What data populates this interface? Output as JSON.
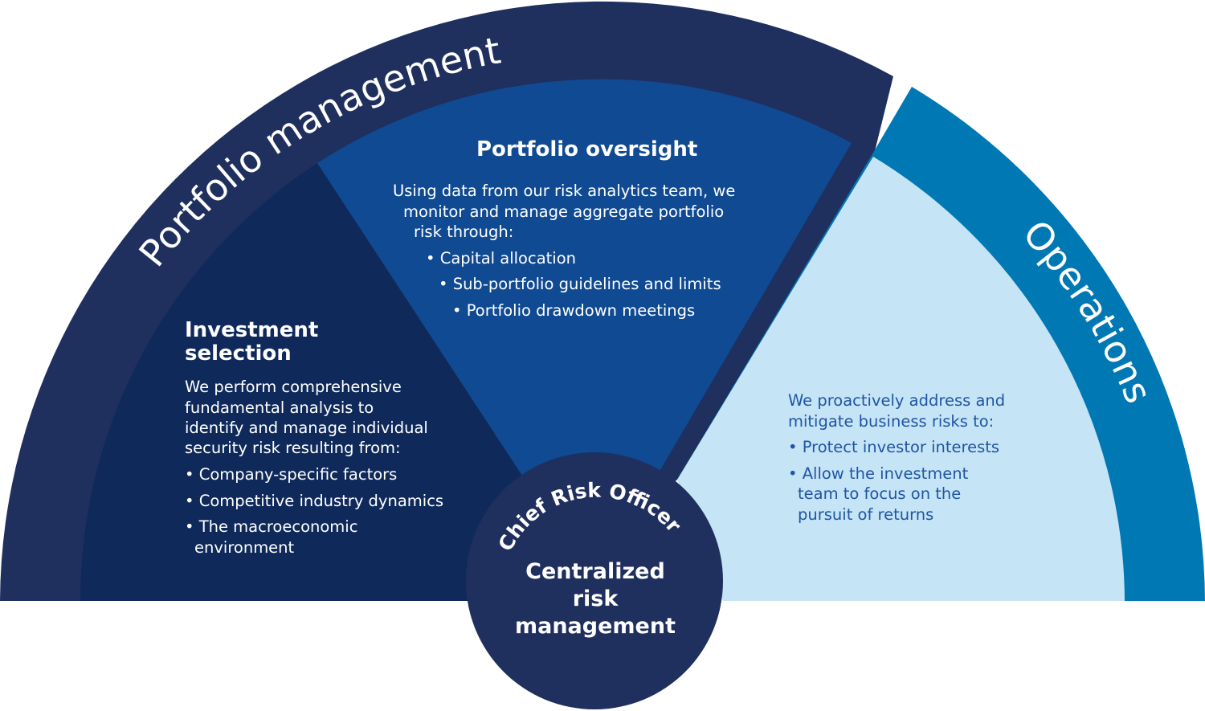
{
  "colors": {
    "outer_ring_navy": "#1f2f5e",
    "investment_fill": "#0f2a5a",
    "oversight_fill": "#104a92",
    "operations_ring": "#0078b4",
    "operations_fill": "#c5e4f6",
    "hub_fill": "#1f2f5e",
    "operations_text": "#1f55a3"
  },
  "ring_labels": {
    "portfolio_management": "Portfolio management",
    "operations": "Operations"
  },
  "portfolio_oversight": {
    "title": "Portfolio oversight",
    "intro": [
      "Using data from our risk analytics team, we",
      "monitor and manage aggregate portfolio",
      "risk through:"
    ],
    "bullets": [
      "• Capital allocation",
      "• Sub-portfolio guidelines and limits",
      "• Portfolio drawdown meetings"
    ]
  },
  "investment_selection": {
    "title": [
      "Investment",
      "selection"
    ],
    "intro": [
      "We perform comprehensive",
      "fundamental analysis to",
      "identify and manage individual",
      "security risk resulting from:"
    ],
    "bullets": [
      "• Company-specific factors",
      "• Competitive industry dynamics",
      "• The macroeconomic",
      "environment"
    ]
  },
  "operations": {
    "intro": [
      "We proactively address and",
      "mitigate business risks to:"
    ],
    "bullets": [
      "• Protect investor interests",
      "• Allow the investment",
      "team to focus on the",
      "pursuit of returns"
    ]
  },
  "hub": {
    "arc_label": "Chief Risk Officer",
    "center_lines": [
      "Centralized",
      "risk",
      "management"
    ]
  }
}
